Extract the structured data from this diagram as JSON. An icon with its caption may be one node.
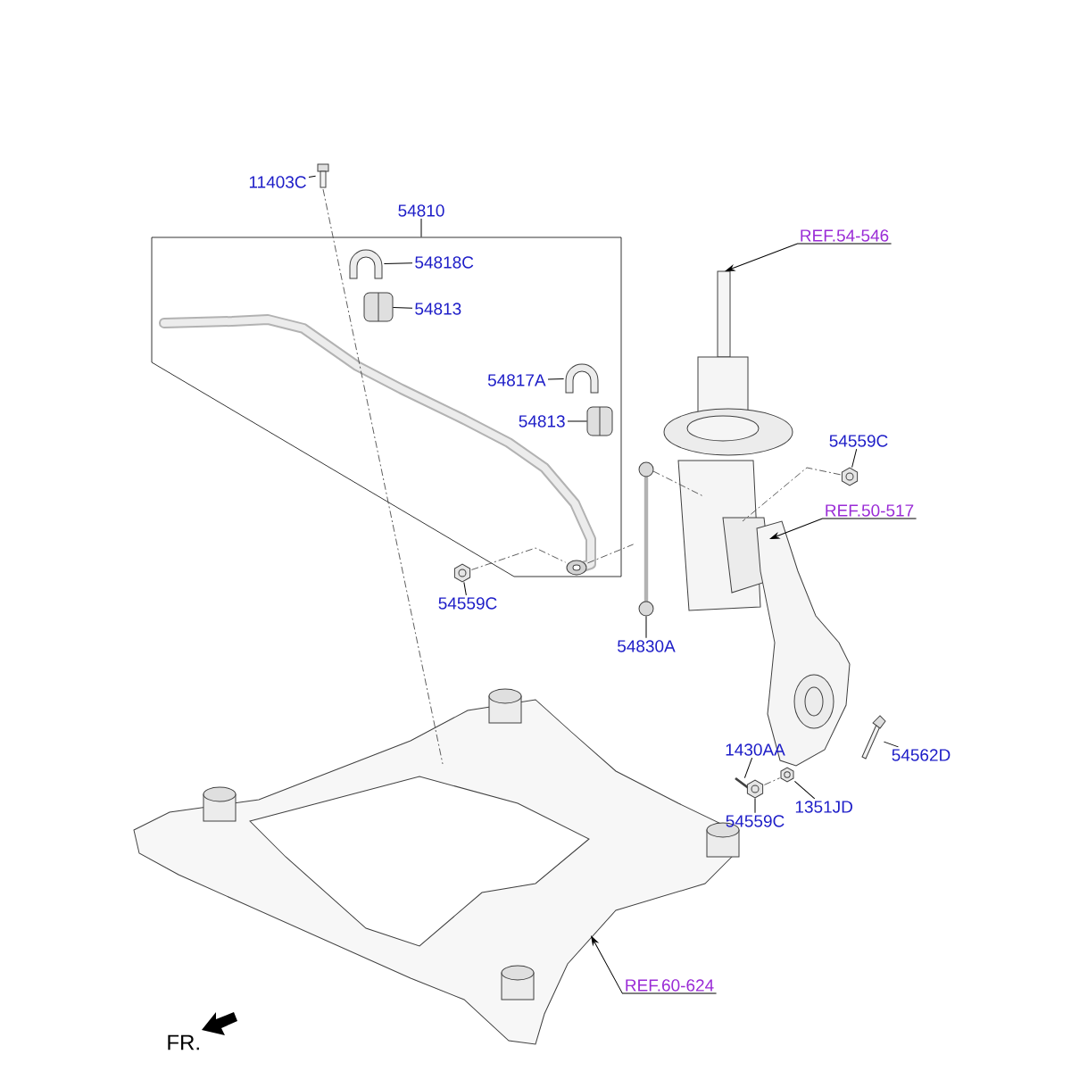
{
  "diagram": {
    "nodes": [
      {
        "text": [
          "11403C"
        ]
      },
      {
        "text": [
          "54810"
        ]
      },
      {
        "text": [
          "54818C"
        ],
        "in": 17
      },
      {
        "text": [
          "54813"
        ],
        "in": 17
      },
      {
        "text": [
          "54817A"
        ],
        "in": 17
      },
      {
        "text": [
          "54813"
        ],
        "in": 17
      },
      {
        "text": [
          "54559C"
        ]
      },
      {
        "text": [
          "54830A"
        ]
      },
      {
        "text": [
          "REF.54-546"
        ]
      },
      {
        "text": [
          "54559C"
        ]
      },
      {
        "text": [
          "REF.50-517"
        ]
      },
      {
        "text": [
          "1430AA"
        ]
      },
      {
        "text": [
          "1351JD"
        ]
      },
      {
        "text": [
          "54559C"
        ]
      },
      {
        "text": [
          "54562D"
        ]
      },
      {
        "text": [
          "REF.60-624"
        ]
      },
      {
        "text": [],
        "shape": "picture"
      },
      {
        "text": [],
        "shape": "box"
      },
      {
        "text": [],
        "shape": "picture",
        "in": 17
      },
      {
        "text": [],
        "shape": "picture",
        "in": 17
      },
      {
        "text": [],
        "shape": "picture",
        "in": 17
      },
      {
        "text": [],
        "shape": "picture",
        "in": 17
      },
      {
        "text": [],
        "shape": "picture"
      },
      {
        "text": [],
        "shape": "picture"
      },
      {
        "text": [],
        "shape": "picture"
      },
      {
        "text": [],
        "shape": "picture"
      },
      {
        "text": [],
        "shape": "picture"
      },
      {
        "text": [],
        "shape": "picture"
      },
      {
        "text": [],
        "shape": "picture"
      },
      {
        "text": [],
        "shape": "picture"
      },
      {
        "text": [],
        "shape": "picture"
      },
      {
        "text": [],
        "shape": "picture"
      },
      {
        "text": [],
        "shape": "picture",
        "in": 17
      }
    ],
    "edges": [
      {
        "from": 0,
        "to": 16,
        "arrow": "none"
      },
      {
        "from": 1,
        "to": 17,
        "arrow": "none"
      },
      {
        "from": 2,
        "to": 18,
        "arrow": "none"
      },
      {
        "from": 3,
        "to": 19,
        "arrow": "none"
      },
      {
        "from": 4,
        "to": 20,
        "arrow": "none"
      },
      {
        "from": 5,
        "to": 21,
        "arrow": "none"
      },
      {
        "from": 6,
        "to": 22,
        "arrow": "none"
      },
      {
        "from": 7,
        "to": 23,
        "arrow": "none"
      },
      {
        "from": 8,
        "to": 24,
        "arrow": "to"
      },
      {
        "from": 9,
        "to": 25,
        "arrow": "none"
      },
      {
        "from": 10,
        "to": 26,
        "arrow": "to"
      },
      {
        "from": 11,
        "to": 27,
        "arrow": "none"
      },
      {
        "from": 12,
        "to": 28,
        "arrow": "none"
      },
      {
        "from": 13,
        "to": 29,
        "arrow": "none"
      },
      {
        "from": 14,
        "to": 30,
        "arrow": "none"
      },
      {
        "from": 15,
        "to": 31,
        "arrow": "to"
      },
      {
        "from": 16,
        "to": 31,
        "arrow": "none",
        "style": "dashed"
      },
      {
        "from": 22,
        "to": 32,
        "arrow": "none",
        "style": "dashed"
      },
      {
        "from": 32,
        "to": 23,
        "arrow": "none",
        "style": "dashed"
      },
      {
        "from": 23,
        "to": 24,
        "arrow": "none",
        "style": "dashed"
      },
      {
        "from": 25,
        "to": 24,
        "arrow": "none",
        "style": "dashed"
      },
      {
        "from": 29,
        "to": 28,
        "arrow": "none",
        "style": "dashed"
      }
    ],
    "labels": [
      "FR."
    ]
  }
}
